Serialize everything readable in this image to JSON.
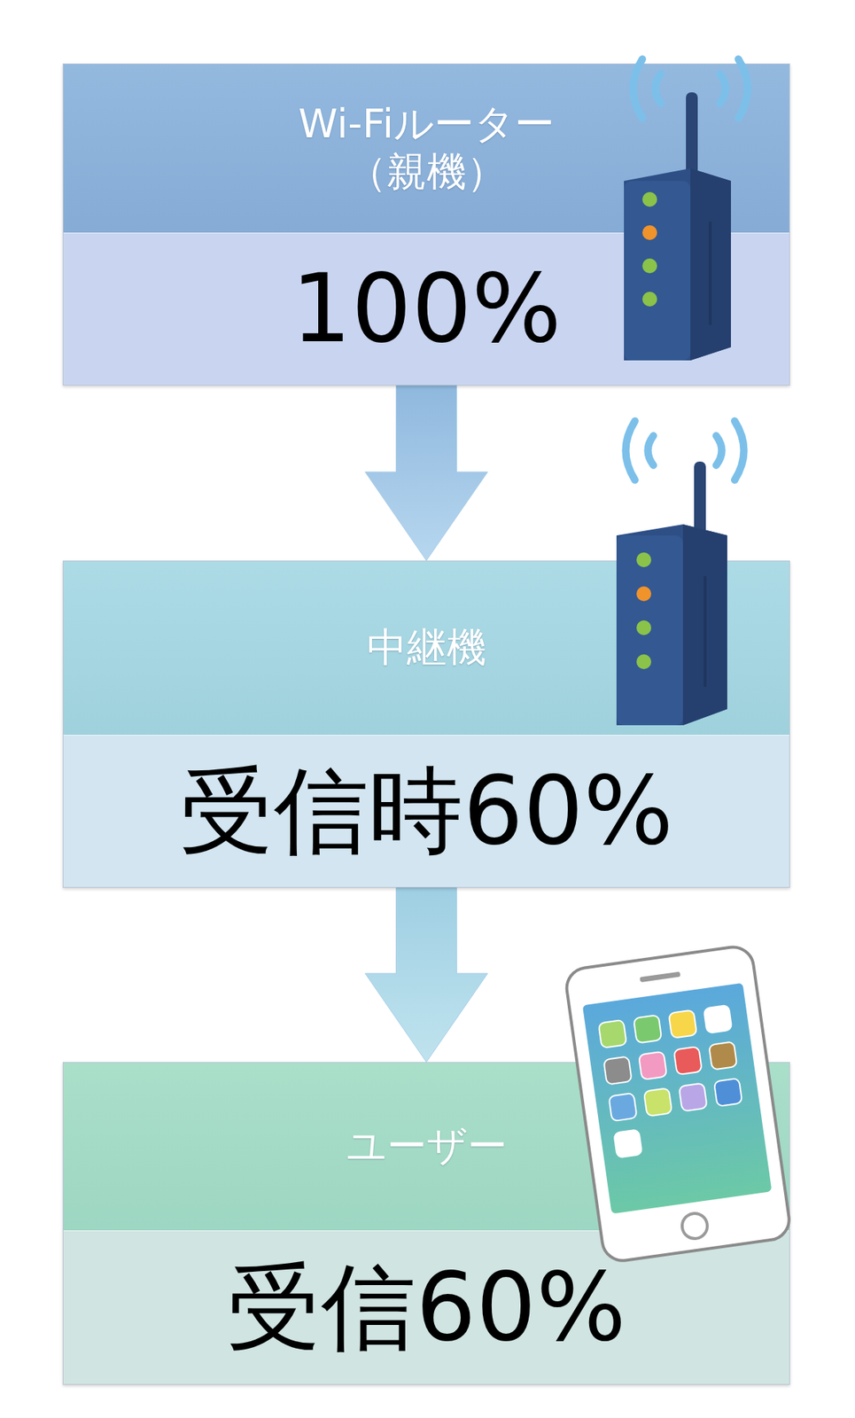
{
  "diagram": {
    "nodes": [
      {
        "text": [
          "Wi-Fiルーター （親機）",
          "100%"
        ]
      },
      {
        "text": [
          "中継機",
          "受信時60%"
        ]
      },
      {
        "text": [
          "ユーザー",
          "受信60%"
        ]
      }
    ],
    "edges": [
      {
        "from": 0,
        "to": 1,
        "arrow": "to"
      },
      {
        "from": 1,
        "to": 2,
        "arrow": "to"
      }
    ]
  }
}
